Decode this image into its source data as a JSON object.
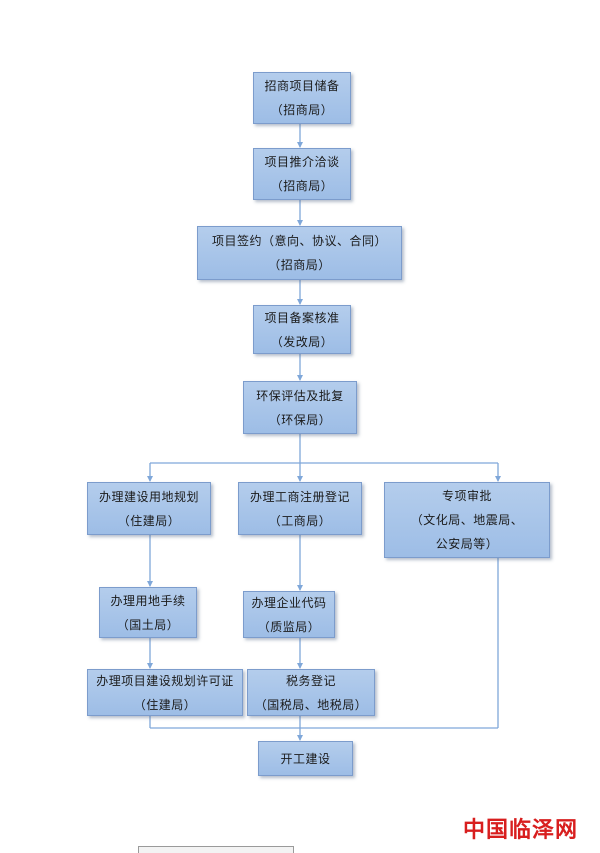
{
  "nodes": {
    "zhaoshang": {
      "line1": "招商项目储备",
      "line2": "（招商局）"
    },
    "tuijie": {
      "line1": "项目推介洽谈",
      "line2": "（招商局）"
    },
    "qianyue": {
      "line1": "项目签约（意向、协议、合同）",
      "line2": "（招商局）"
    },
    "beian": {
      "line1": "项目备案核准",
      "line2": "（发改局）"
    },
    "huanbao": {
      "line1": "环保评估及批复",
      "line2": "（环保局）"
    },
    "jianshe_guihua": {
      "line1": "办理建设用地规划",
      "line2": "（住建局）"
    },
    "gongshang": {
      "line1": "办理工商注册登记",
      "line2": "（工商局）"
    },
    "zhuanxiang": {
      "line1": "专项审批",
      "line2": "（文化局、地震局、",
      "line3": "公安局等）"
    },
    "yongdi": {
      "line1": "办理用地手续",
      "line2": "（国土局）"
    },
    "qiye_daima": {
      "line1": "办理企业代码",
      "line2": "（质监局）"
    },
    "xukezheng": {
      "line1": "办理项目建设规划许可证",
      "line2": "（住建局）"
    },
    "shuiwu": {
      "line1": "税务登记",
      "line2": "（国税局、地税局）"
    },
    "kaigong": {
      "line1": "开工建设"
    }
  },
  "watermark": {
    "text": "中国临泽网"
  },
  "colors": {
    "box_fill": "#9dbde6",
    "box_border": "#7c9ccc",
    "connector": "#7fa7d9",
    "watermark": "#d81e1e"
  }
}
